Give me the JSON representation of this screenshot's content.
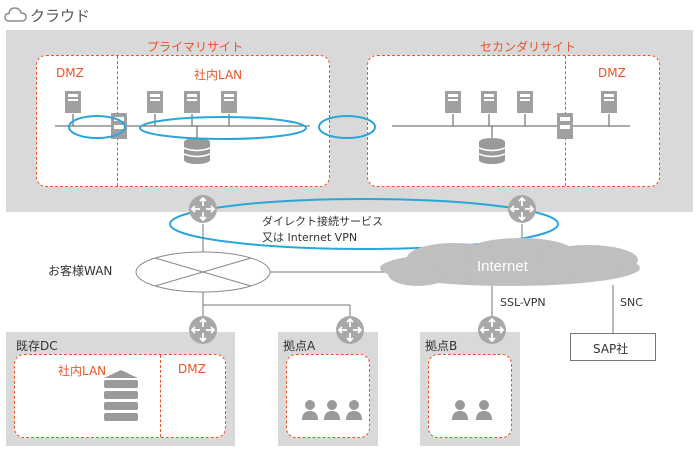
{
  "header": {
    "title": "クラウド",
    "icon": "cloud-icon"
  },
  "cloud_region": {
    "primary": {
      "title": "プライマリサイト",
      "dmz": "DMZ",
      "lan": "社内LAN"
    },
    "secondary": {
      "title": "セカンダリサイト",
      "dmz": "DMZ"
    }
  },
  "network": {
    "dedicated": {
      "line1": "ダイレクト接続サービス",
      "line2": "又は Internet VPN"
    },
    "wan": "お客様WAN",
    "internet": "Internet",
    "ssl_vpn": "SSL-VPN",
    "snc": "SNC",
    "sap": "SAP社"
  },
  "sites": {
    "dc": {
      "title": "既存DC",
      "lan": "社内LAN",
      "dmz": "DMZ"
    },
    "a": {
      "title": "拠点A"
    },
    "b": {
      "title": "拠点B"
    }
  },
  "colors": {
    "accent": "#e8542a",
    "link": "#2aa6d9",
    "panel": "#d9d9d9",
    "icon": "#9a9a9a"
  }
}
